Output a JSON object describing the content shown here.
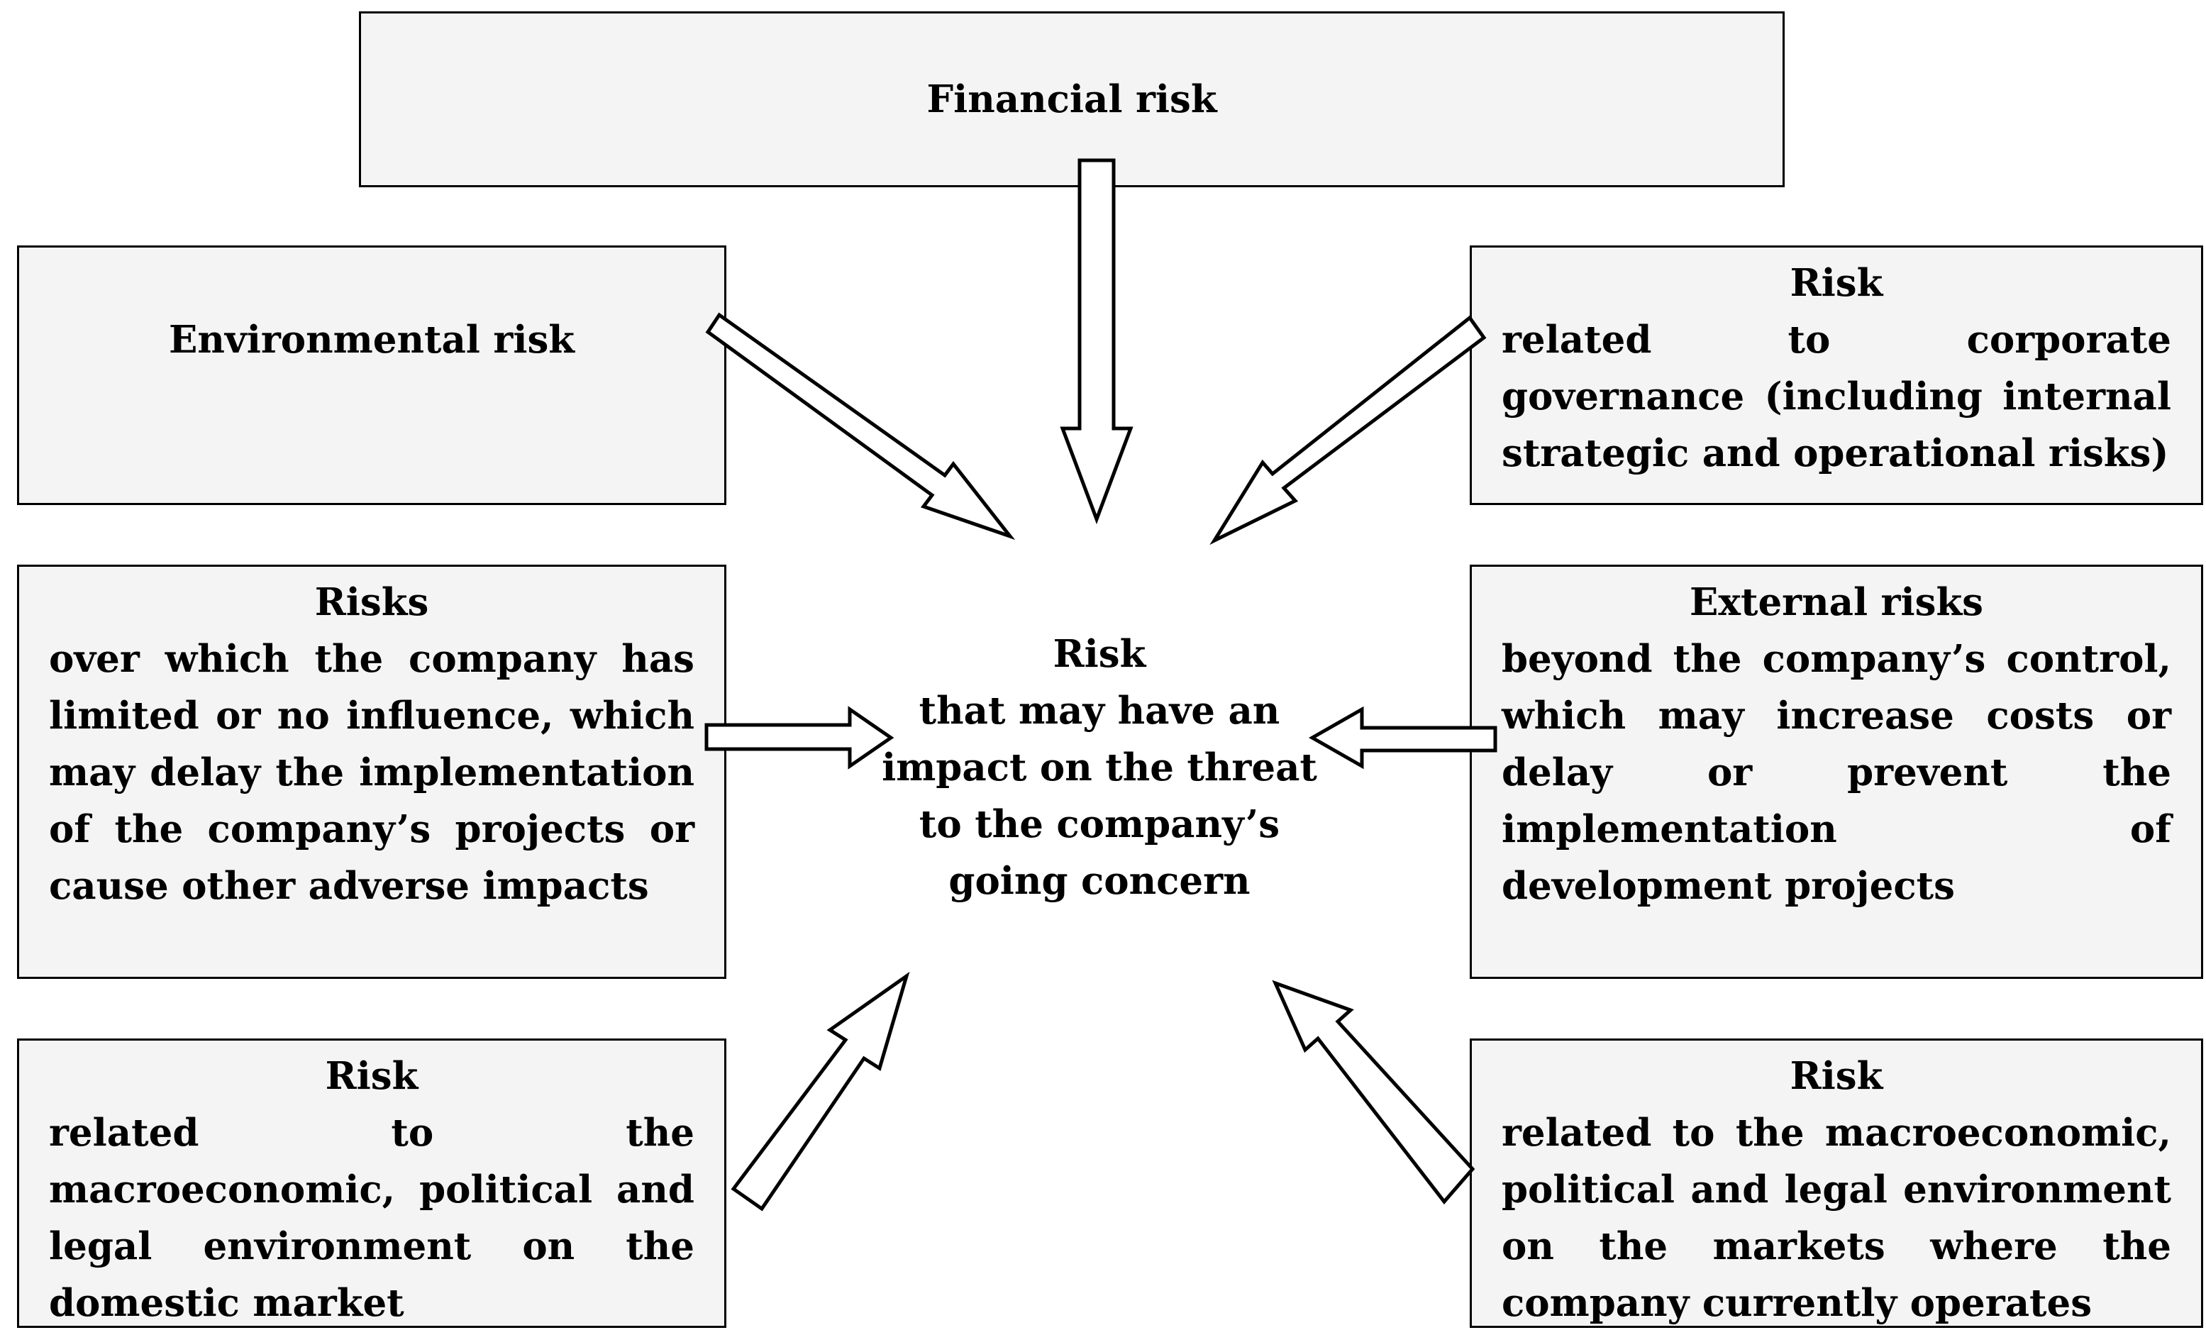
{
  "nodes": {
    "financial": {
      "title": "Financial risk"
    },
    "environmental": {
      "title": "Environmental risk"
    },
    "governance": {
      "title": "Risk",
      "body": "related to corporate governance (including internal strategic and operational risks)"
    },
    "influence": {
      "title": "Risks",
      "body": "over which the company has limited or no influence, which may delay the implementation of the company’s projects or cause other adverse impacts"
    },
    "external": {
      "title": "External risks",
      "body": "beyond the company’s control, which may increase costs or delay or prevent the implementation of development projects"
    },
    "domestic": {
      "title": "Risk",
      "body": "related to the macroeconomic, political and legal environment on the domestic market"
    },
    "markets": {
      "title": "Risk",
      "body": "related to the macroeconomic, political and legal environment on the markets where the company currently operates"
    },
    "center": {
      "lines": [
        "Risk",
        "that may have an",
        "impact on the threat",
        "to the company’s",
        "going concern"
      ]
    }
  },
  "edges": [
    {
      "from": "financial",
      "to": "center"
    },
    {
      "from": "environmental",
      "to": "center"
    },
    {
      "from": "governance",
      "to": "center"
    },
    {
      "from": "influence",
      "to": "center"
    },
    {
      "from": "external",
      "to": "center"
    },
    {
      "from": "domestic",
      "to": "center"
    },
    {
      "from": "markets",
      "to": "center"
    }
  ]
}
